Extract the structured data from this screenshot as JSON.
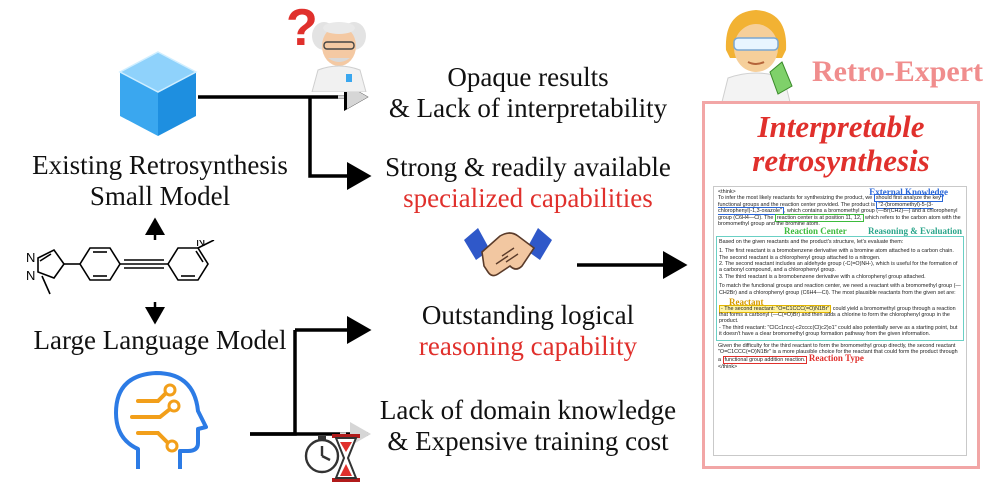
{
  "left": {
    "existing_model_label_l1": "Existing Retrosynthesis",
    "existing_model_label_l2": "Small Model",
    "llm_label": "Large Language Model"
  },
  "center": {
    "t1_l1": "Opaque results",
    "t1_l2": "& Lack of interpretability",
    "t2_l1": "Strong & readily available",
    "t2_l2": "specialized capabilities",
    "t3_l1": "Outstanding logical",
    "t3_l2": "reasoning capability",
    "t4_l1": "Lack of domain knowledge",
    "t4_l2": "& Expensive training cost",
    "question_mark": "?"
  },
  "panel": {
    "title": "Retro-Expert",
    "heading_l1": "Interpretable",
    "heading_l2": "retrosynthesis",
    "tag_external": "External Knowledge",
    "tag_reaction_center": "Reaction Center",
    "tag_reasoning": "Reasoning & Evaluation",
    "tag_reactant": "Reactant",
    "tag_reaction_type": "Reaction Type",
    "think_open": "<think>",
    "think_close": "</think>",
    "p1_a": "To infer the most likely reactants for synthesizing the product, we",
    "p1_b": "should first analyze the key",
    "p1_c": "functional groups and the reaction center provided. The product is",
    "p1_d": "\"2-(bromomethyl)-5-(3-chlorophenyl)-1,3-oxazole\"",
    "p1_e": ", which contains a bromomethyl group (—Br(CH2)—) and a chlorophenyl group (C6H4—Cl). The",
    "p1_f": "reaction center is at position 11, 12,",
    "p1_g": "which refers to the carbon atom with the bromomethyl group and the bromine atom.",
    "p2": "Based on the given reactants and the product's structure, let's evaluate them:",
    "p3_1": "1. The first reactant is a bromobenzene derivative with a bromine atom attached to a carbon chain. The second reactant is a chlorophenyl group attached to a nitrogen.",
    "p3_2": "2. The second reactant includes an aldehyde group (-C(=O)NH-), which is useful for the formation of a carbonyl compound, and a chlorophenyl group.",
    "p3_3": "3. The third reactant is a bromobenzene derivative with a chlorophenyl group attached.",
    "p4": "To match the functional groups and reaction center, we need a reactant with a bromomethyl group (—CH2Br) and a chlorophenyl group (C6H4—Cl). The most plausible reactants from the given set are:",
    "p5_a": "- The second reactant: \"O=C1CCC(=O)N1Br\"",
    "p5_b": "could yield a bromomethyl group through a reaction that forms a carbonyl (—C(=O)Br) and then adds a chlorine to form the chlorophenyl group in the product.",
    "p6": "- The third reactant: \"ClCc1ncc(-c2cccc(Cl)c2)o1\" could also potentially serve as a starting point, but it doesn't have a clear bromomethyl group formation pathway from the given information.",
    "p7_a": "Given the difficulty for the third reactant to form the bromomethyl group directly, the second reactant \"O=C1CCC(=O)N1Br\" is a more plausible choice for the reactant that could form the product through a",
    "p7_b": "functional group addition reaction."
  },
  "colors": {
    "accent_red": "#e0302c",
    "panel_pink": "#f2a6a6",
    "cube_blue": "#3aa7ef",
    "tag_blue": "#2a67d8",
    "tag_green": "#3dbb3d",
    "tag_gold": "#d69a00"
  },
  "icons": [
    "cube-icon",
    "scientist-icon",
    "question-mark-icon",
    "handshake-icon",
    "ai-head-icon",
    "hourglass-icon",
    "molecule-structure",
    "woman-scientist-icon"
  ]
}
